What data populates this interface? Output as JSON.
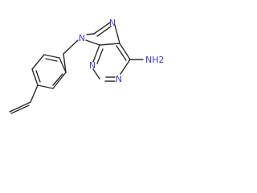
{
  "atoms": {
    "n7": "N",
    "n9": "N",
    "n1": "N",
    "n3": "N",
    "amine": "NH2"
  },
  "colors": {
    "bond": "#2b2b2b",
    "heteroatom": "#3f3fd4",
    "background": "#ffffff"
  }
}
